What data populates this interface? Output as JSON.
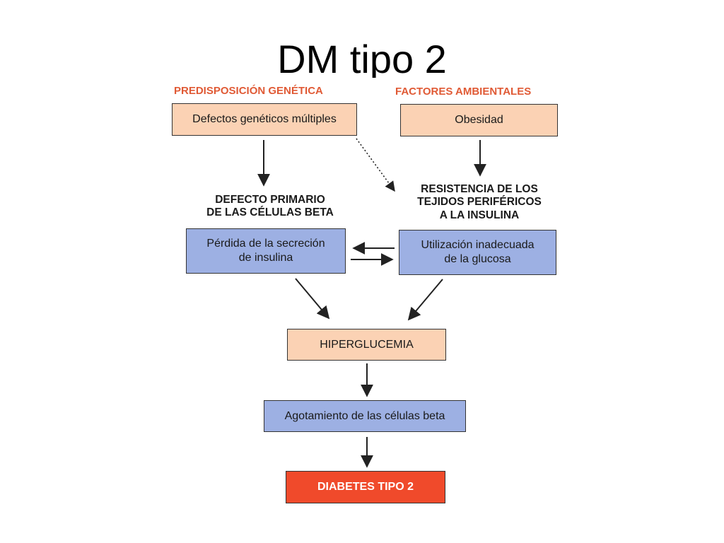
{
  "slide": {
    "title": "DM tipo 2"
  },
  "diagram": {
    "headings": {
      "genetic": "PREDISPOSICIÓN GENÉTICA",
      "environmental": "FACTORES AMBIENTALES",
      "beta_defect": "DEFECTO PRIMARIO\nDE LAS CÉLULAS BETA",
      "resistance": "RESISTENCIA DE LOS\nTEJIDOS PERIFÉRICOS\nA LA INSULINA"
    },
    "nodes": {
      "genetic_defects": "Defectos genéticos múltiples",
      "obesity": "Obesidad",
      "insulin_loss": "Pérdida de la secreción\nde insulina",
      "glucose_use": "Utilización inadecuada\nde la glucosa",
      "hyperglycemia": "HIPERGLUCEMIA",
      "beta_exhaustion": "Agotamiento de las células beta",
      "diabetes": "DIABETES TIPO 2"
    },
    "colors": {
      "heading_accent": "#e05a35",
      "peach_box": "#fbd2b4",
      "blue_box": "#9db0e3",
      "outcome_box": "#f04a2b"
    }
  }
}
